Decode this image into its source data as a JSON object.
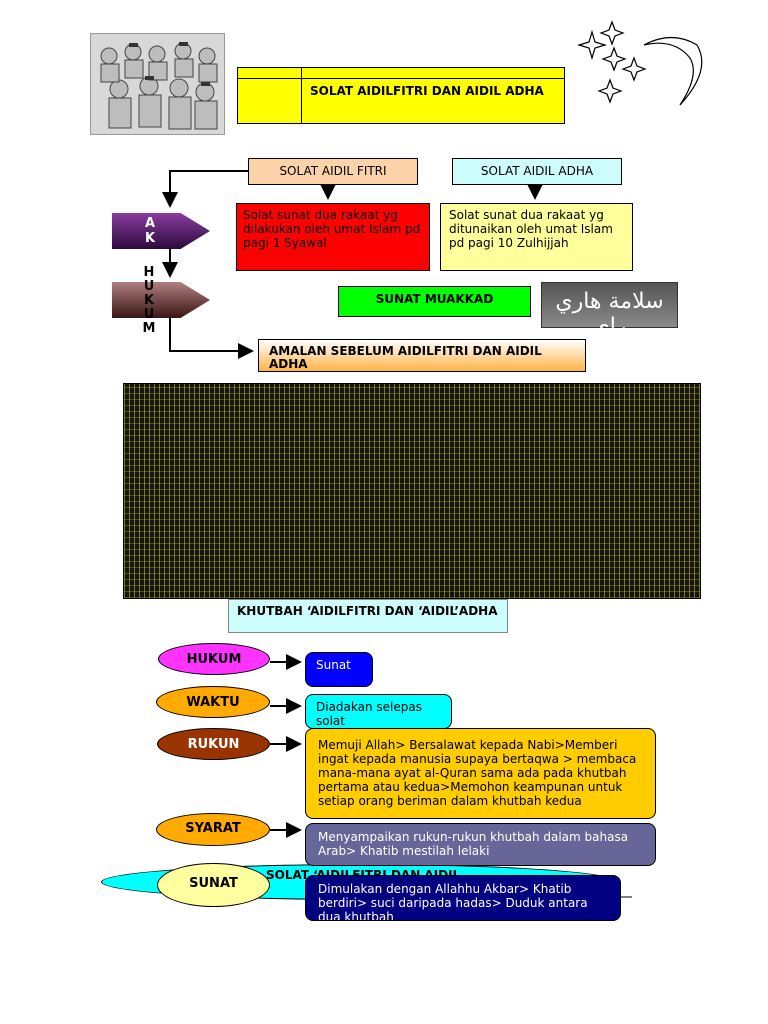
{
  "title": "SOLAT AIDILFITRI DAN AIDIL ADHA",
  "fitri": {
    "heading": "SOLAT AIDIL FITRI",
    "description": "Solat sunat dua rakaat yg dilakukan oleh umat Islam pd pagi 1 Syawal"
  },
  "adha": {
    "heading": "SOLAT AIDIL ADHA",
    "description": "Solat sunat dua rakaat yg ditunaikan oleh umat Islam pd pagi 10 Zulhijjah"
  },
  "left_labels": {
    "ak": "A K",
    "hukum": "H U K U M"
  },
  "hukum_value": "SUNAT MUAKKAD",
  "calligraphy_text": "سلامة هاري راي",
  "amalan": "AMALAN SEBELUM AIDILFITRI DAN AIDIL ADHA",
  "khutbah_heading": "KHUTBAH ‘AIDILFITRI DAN ‘AIDIL’ADHA",
  "khutbah_items": [
    {
      "key": "HUKUM",
      "value": "Sunat"
    },
    {
      "key": "WAKTU",
      "value": "Diadakan selepas solat"
    },
    {
      "key": "RUKUN",
      "value": "Memuji Allah> Bersalawat kepada Nabi>Memberi ingat kepada manusia supaya bertaqwa > membaca mana-mana ayat al-Quran sama ada pada khutbah pertama atau kedua>Memohon keampunan untuk setiap orang beriman dalam khutbah kedua"
    },
    {
      "key": "SYARAT",
      "value": "Menyampaikan rukun-rukun khutbah dalam bahasa Arab> Khatib mestilah lelaki"
    },
    {
      "key": "SUNAT",
      "value": "Dimulakan dengan Allahhu Akbar> Khatib berdiri> suci daripada hadas> Duduk antara dua khutbah"
    }
  ],
  "partial_banner": "SOLAT ‘AIDILFITRI DAN AIDIL",
  "colors": {
    "title_bg": "#ffff00",
    "fitri_head_bg": "#fcd2a8",
    "adha_head_bg": "#ccfcfc",
    "fitri_desc_bg": "#ff0000",
    "adha_desc_bg": "#ffff9c",
    "muakkad_bg": "#00ff00"
  }
}
